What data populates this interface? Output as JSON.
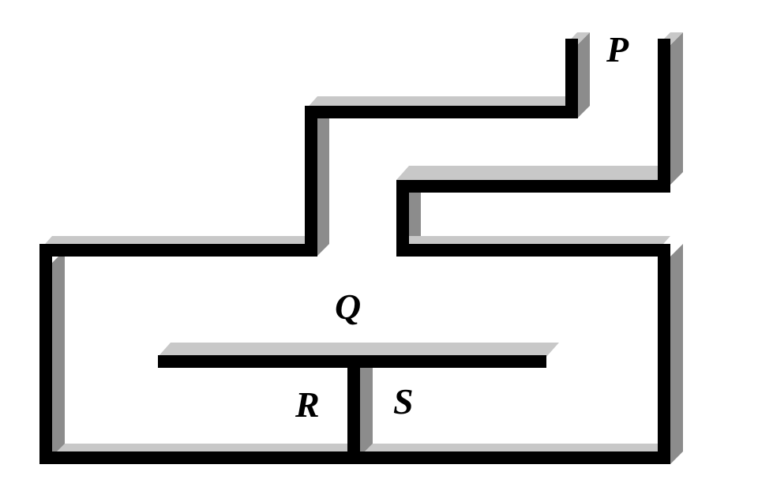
{
  "labels": {
    "p": "P",
    "q": "Q",
    "r": "R",
    "s": "S"
  },
  "colors": {
    "wall": "#000000",
    "shade_top": "#c8c8c8",
    "shade_side": "#8c8c8c",
    "background": "#ffffff",
    "label": "#000000"
  }
}
